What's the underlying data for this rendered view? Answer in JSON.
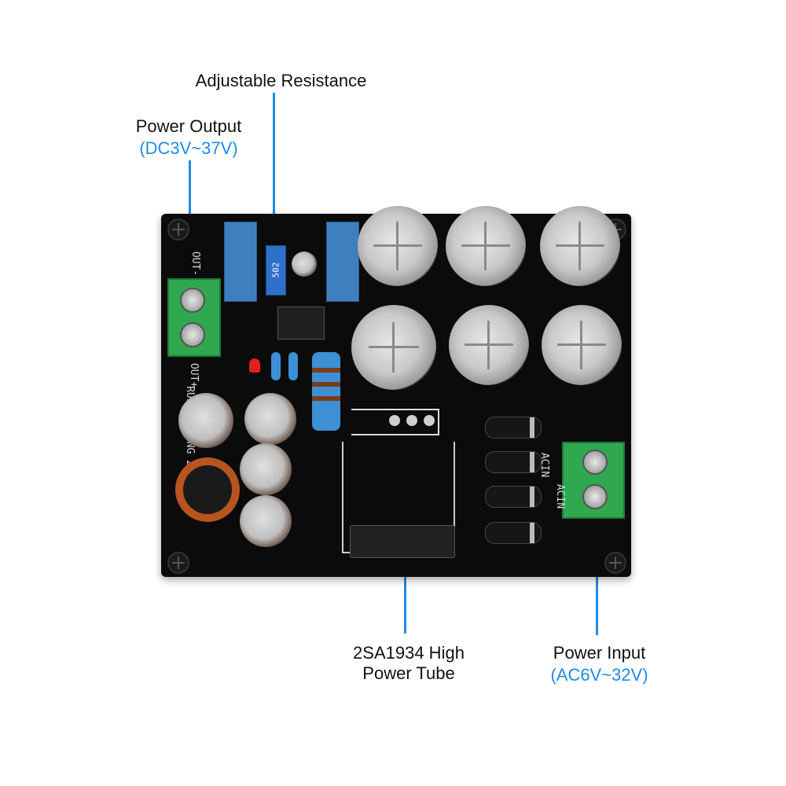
{
  "labels": {
    "adjustable_resistance": "Adjustable Resistance",
    "power_output": "Power Output",
    "power_output_range": "(DC3V~37V)",
    "power_tube_line1": "2SA1934 High",
    "power_tube_line2": "Power Tube",
    "power_input": "Power Input",
    "power_input_range": "(AC6V~32V)"
  },
  "silkscreen": {
    "out_minus": "OUT-",
    "out_plus": "OUT+",
    "brand": "RUIKMAIYING 20210412",
    "acin_1": "ACIN",
    "acin_2": "ACIN",
    "trimmer": "502"
  },
  "colors": {
    "accent": "#1e8be8",
    "board": "#0b0b0b",
    "terminal": "#2fa84f"
  }
}
